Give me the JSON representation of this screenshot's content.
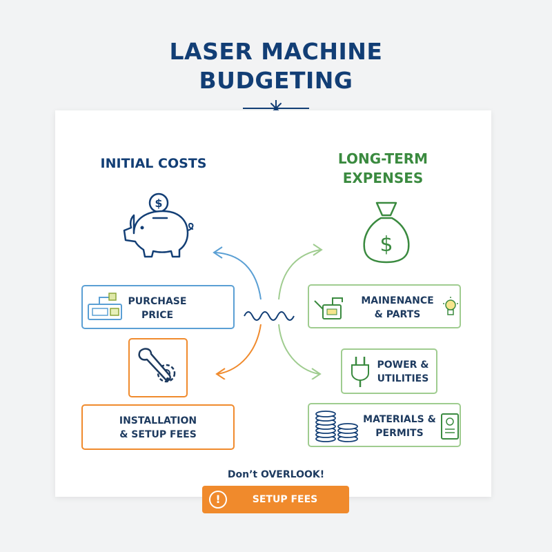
{
  "title": {
    "line1": "LASER MACHINE",
    "line2": "BUDGETING"
  },
  "initial_costs": {
    "heading": "INITIAL COSTS",
    "items": [
      {
        "line1": "PURCHASE",
        "line2": "PRICE",
        "icon": "laser-machine-icon"
      },
      {
        "line1": "INSTALLATION",
        "line2": "& SETUP FEES",
        "icon": "wrench-gear-icon"
      }
    ],
    "icon": "piggy-bank-icon"
  },
  "long_term": {
    "heading_line1": "LONG-TERM",
    "heading_line2": "EXPENSES",
    "icon": "money-bag-icon",
    "items": [
      {
        "line1": "MAINENANCE",
        "line2": "& PARTS",
        "icon": "oil-can-icon"
      },
      {
        "line1": "POWER &",
        "line2": "UTILITIES",
        "icon": "plug-icon"
      },
      {
        "line1": "MATERIALS &",
        "line2": "PERMITS",
        "icon": "coins-icon"
      }
    ]
  },
  "callout": {
    "text": "Don’t OVERLOOK!",
    "button": "SETUP FEES",
    "icon": "alert-icon"
  },
  "colors": {
    "navy": "#123e75",
    "green": "#3a8a3f",
    "orange": "#f08a2c",
    "blue": "#5a9fd4",
    "light_green": "#9fcc8f"
  }
}
